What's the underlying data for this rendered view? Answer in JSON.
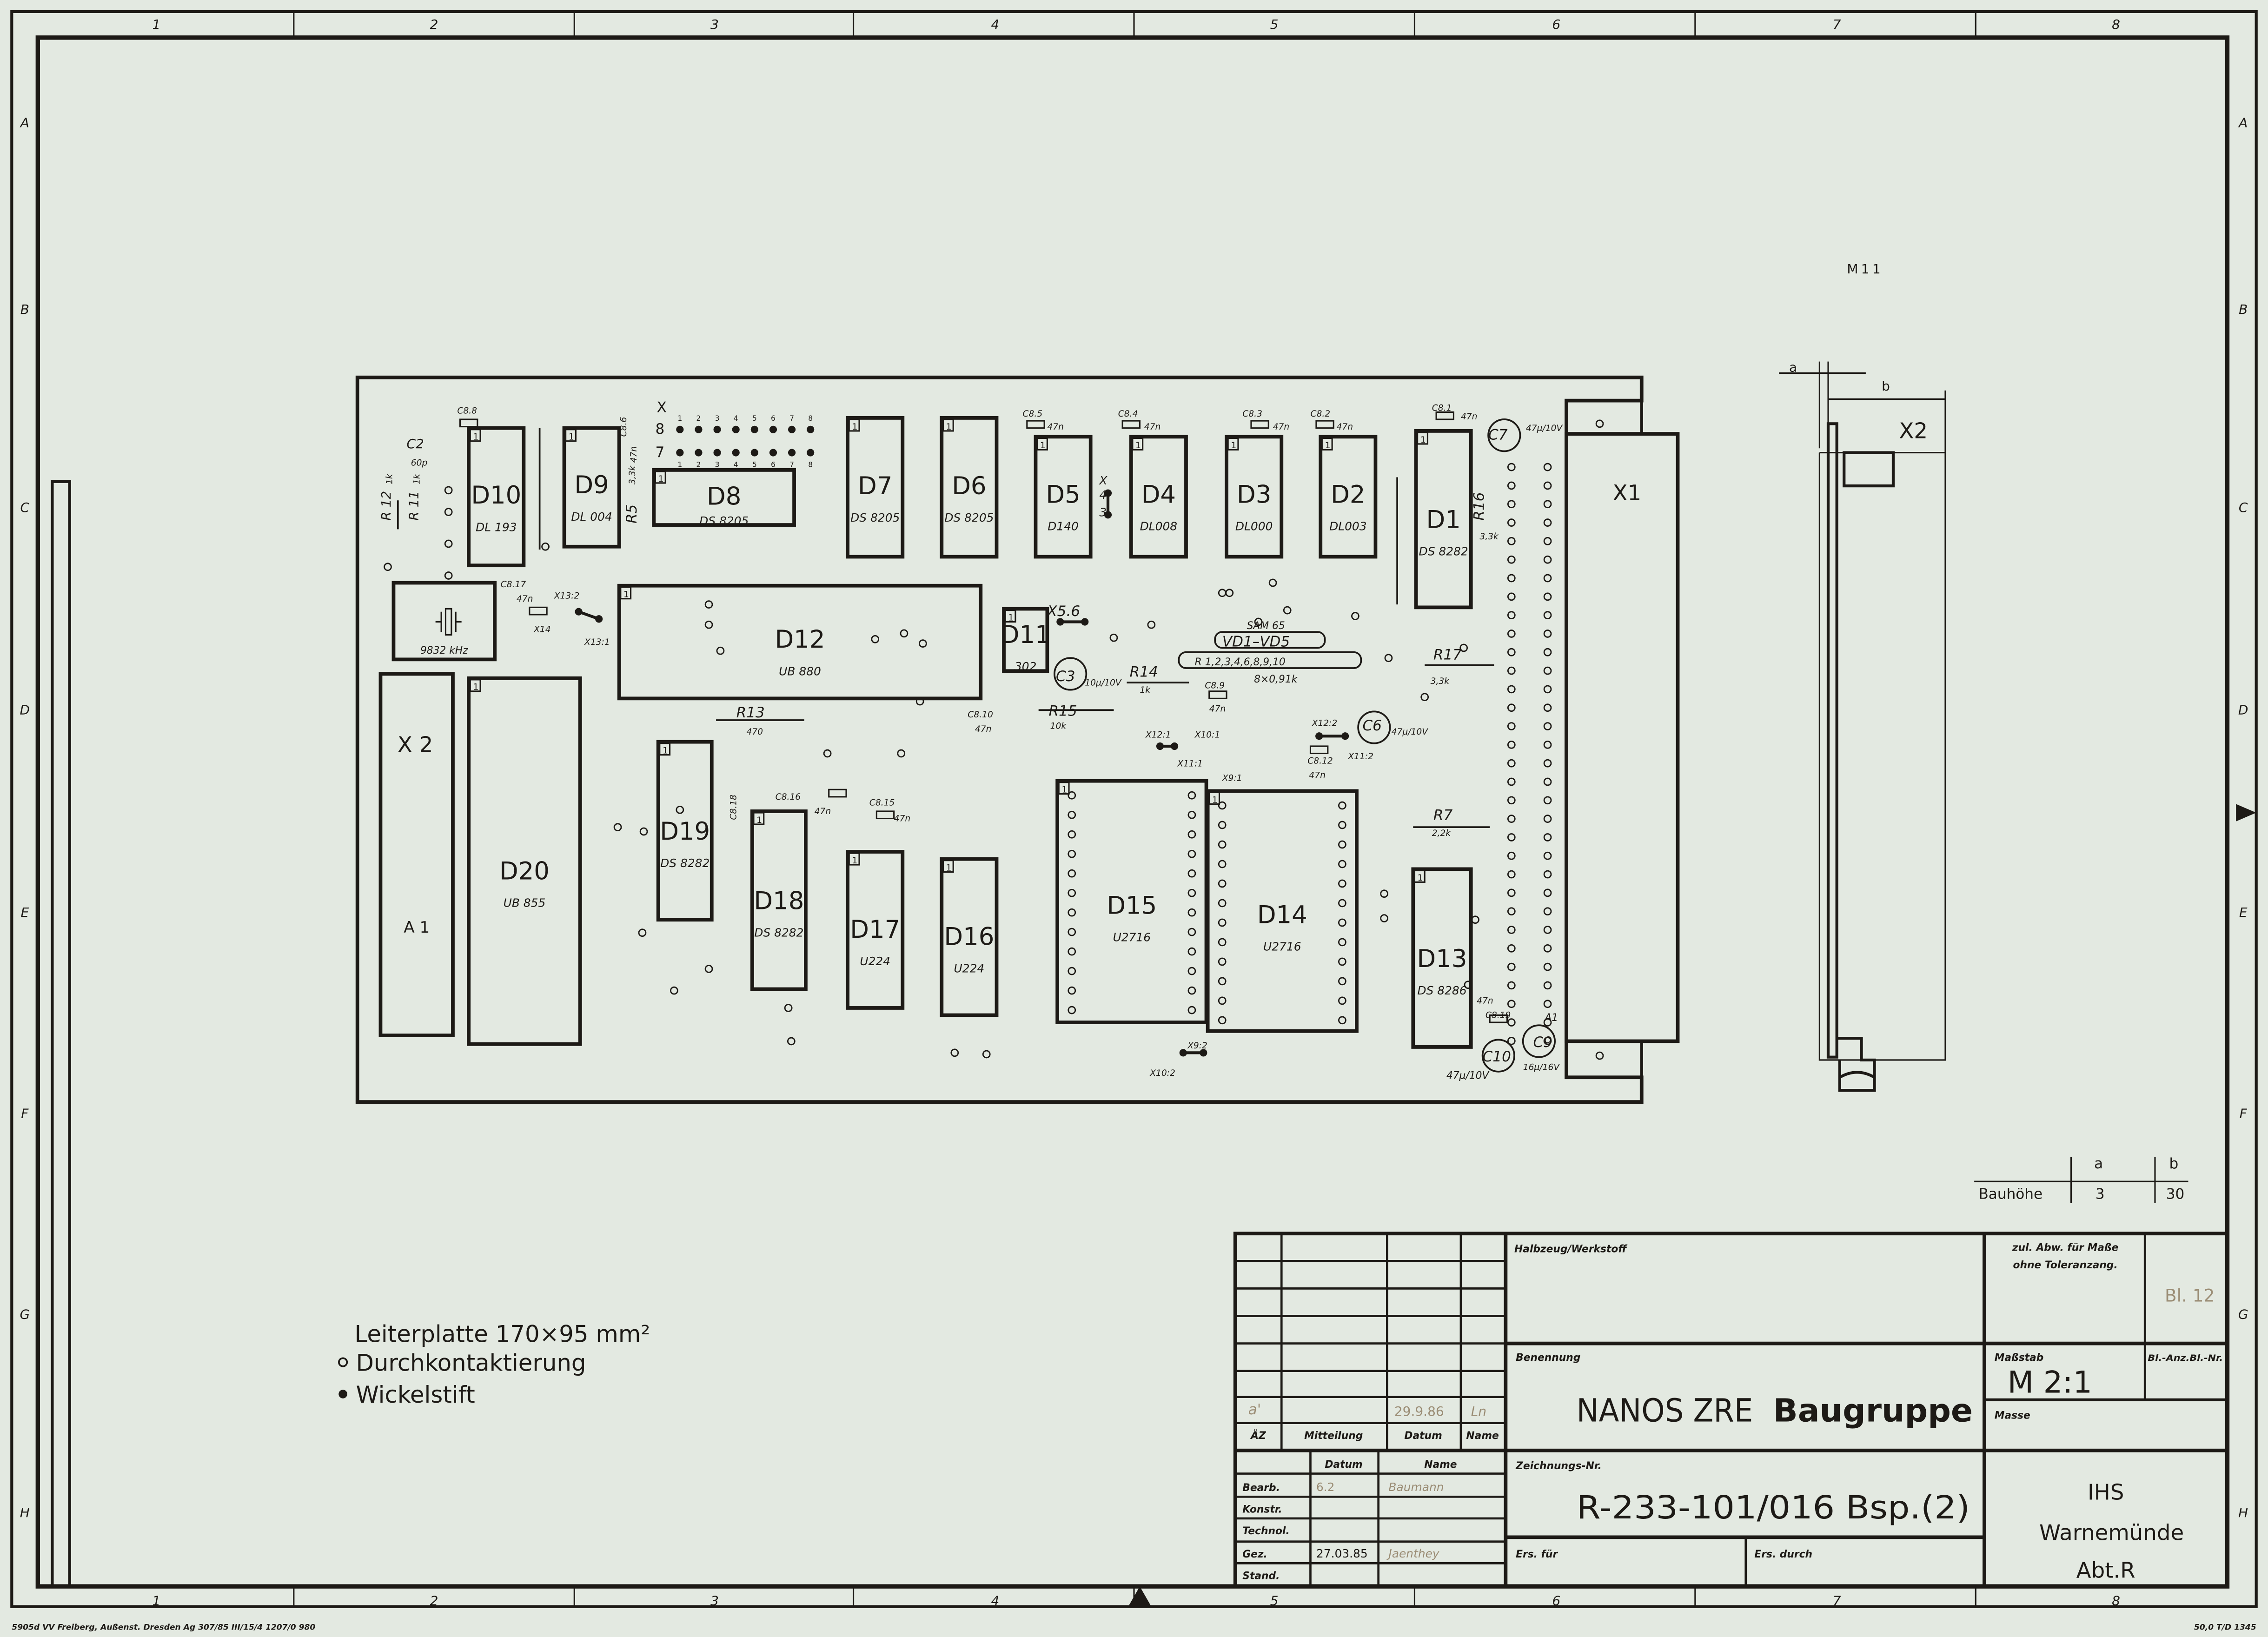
{
  "frame": {
    "columns": [
      "1",
      "2",
      "3",
      "4",
      "5",
      "6",
      "7",
      "8"
    ],
    "rows": [
      "A",
      "B",
      "C",
      "D",
      "E",
      "F",
      "G",
      "H"
    ]
  },
  "board": {
    "chips": [
      {
        "name": "D10",
        "type": "DL 193"
      },
      {
        "name": "D9",
        "type": "DL 004"
      },
      {
        "name": "D8",
        "type": "DS 8205"
      },
      {
        "name": "D7",
        "type": "DS 8205"
      },
      {
        "name": "D6",
        "type": "DS 8205"
      },
      {
        "name": "D5",
        "type": "D140"
      },
      {
        "name": "D4",
        "type": "DL008"
      },
      {
        "name": "D3",
        "type": "DL000"
      },
      {
        "name": "D2",
        "type": "DL003"
      },
      {
        "name": "D1",
        "type": "DS 8282"
      },
      {
        "name": "D12",
        "type": "UB 880"
      },
      {
        "name": "D11",
        "type": "302"
      },
      {
        "name": "D20",
        "type": "UB 855"
      },
      {
        "name": "D19",
        "type": "DS 8282"
      },
      {
        "name": "D18",
        "type": "DS 8282"
      },
      {
        "name": "D17",
        "type": "U224"
      },
      {
        "name": "D16",
        "type": "U224"
      },
      {
        "name": "D15",
        "type": "U2716"
      },
      {
        "name": "D14",
        "type": "U2716"
      },
      {
        "name": "D13",
        "type": "DS 8286"
      }
    ],
    "pin1": "1",
    "crystal": "9832 kHz",
    "connector_x2": {
      "name": "X 2",
      "sub": "A 1"
    },
    "connector_x1": "X1",
    "header": {
      "name": "X",
      "row8": "8",
      "row7": "7",
      "pins": [
        "1",
        "2",
        "3",
        "4",
        "5",
        "6",
        "7",
        "8"
      ]
    },
    "labels": [
      "C8.8",
      "C2",
      "60p",
      "R 12",
      "1k",
      "R 11",
      "1k",
      "R5",
      "3,3k",
      "C8.6",
      "47n",
      "C8.5",
      "47n",
      "C8.4",
      "47n",
      "C8.3",
      "47n",
      "C8.2",
      "47n",
      "C8.1",
      "47n",
      "C7",
      "47µ/10V",
      "R16",
      "3,3k",
      "C8.17",
      "47n",
      "X14",
      "X13:2",
      "X13:1",
      "X5.6",
      "C3",
      "10µ/10V",
      "R14",
      "1k",
      "R15",
      "10k",
      "SAM 65",
      "VD1–VD5",
      "R 1,2,3,4,6,8,9,10",
      "8×0,91k",
      "R17",
      "3,3k",
      "C8.9",
      "47n",
      "C8.10",
      "47n",
      "R13",
      "470",
      "C6",
      "47µ/10V",
      "X12:2",
      "X12:1",
      "X10:1",
      "X11:1",
      "X11:2",
      "X9:1",
      "C8.12",
      "47n",
      "C8.16",
      "47n",
      "C8.15",
      "47n",
      "C8.18",
      "R7",
      "2,2k",
      "C8.19",
      "47n",
      "C9",
      "16µ/16V",
      "C10",
      "47µ/10V",
      "A1",
      "X9:2",
      "X10:2",
      "X",
      "4",
      "3"
    ]
  },
  "side_view": {
    "title": "M11",
    "dim_a": "a",
    "dim_b": "b",
    "label": "X2"
  },
  "bauhoehe": {
    "label": "Bauhöhe",
    "col_a": "a",
    "col_b": "b",
    "val_a": "3",
    "val_b": "30"
  },
  "legend": {
    "line1": "Leiterplatte 170×95 mm²",
    "line2": "Durchkontaktierung",
    "line3": "Wickelstift"
  },
  "title_block": {
    "halbzeug": "Halbzeug/Werkstoff",
    "tolerance_1": "zul. Abw. für Maße",
    "tolerance_2": "ohne Toleranzang.",
    "sheet_note": "Bl. 12",
    "benennung_label": "Benennung",
    "title": "NANOS  ZRE",
    "title_bold": "Baugruppe",
    "massstab_label": "Maßstab",
    "scale": "M 2:1",
    "sheet_count_label": "Bl.-Anz.Bl.-Nr.",
    "masse_label": "Masse",
    "zeichnung_label": "Zeichnungs-Nr.",
    "drawing_no": "R-233-101/016  Bsp.(2)",
    "company_1": "IHS",
    "company_2": "Warnemünde",
    "company_3": "Abt.R",
    "ers_fuer": "Ers. für",
    "ers_durch": "Ers. durch",
    "revision": {
      "az": "a'",
      "datum": "29.9.86",
      "name": "Ln"
    },
    "rev_headers": [
      "ÄZ",
      "Mitteilung",
      "Datum",
      "Name"
    ],
    "sign_headers": [
      "Datum",
      "Name"
    ],
    "sign_rows": [
      {
        "role": "Bearb.",
        "datum": "6.2",
        "name": "Baumann"
      },
      {
        "role": "Konstr.",
        "datum": "",
        "name": ""
      },
      {
        "role": "Technol.",
        "datum": "",
        "name": ""
      },
      {
        "role": "Gez.",
        "datum": "27.03.85",
        "name": "Jaenthey"
      },
      {
        "role": "Stand.",
        "datum": "",
        "name": ""
      }
    ]
  },
  "footer": {
    "left": "5905d VV Freiberg, Außenst. Dresden Ag 307/85 III/15/4 1207/0 980",
    "right": "50,0 T/D 1345"
  }
}
